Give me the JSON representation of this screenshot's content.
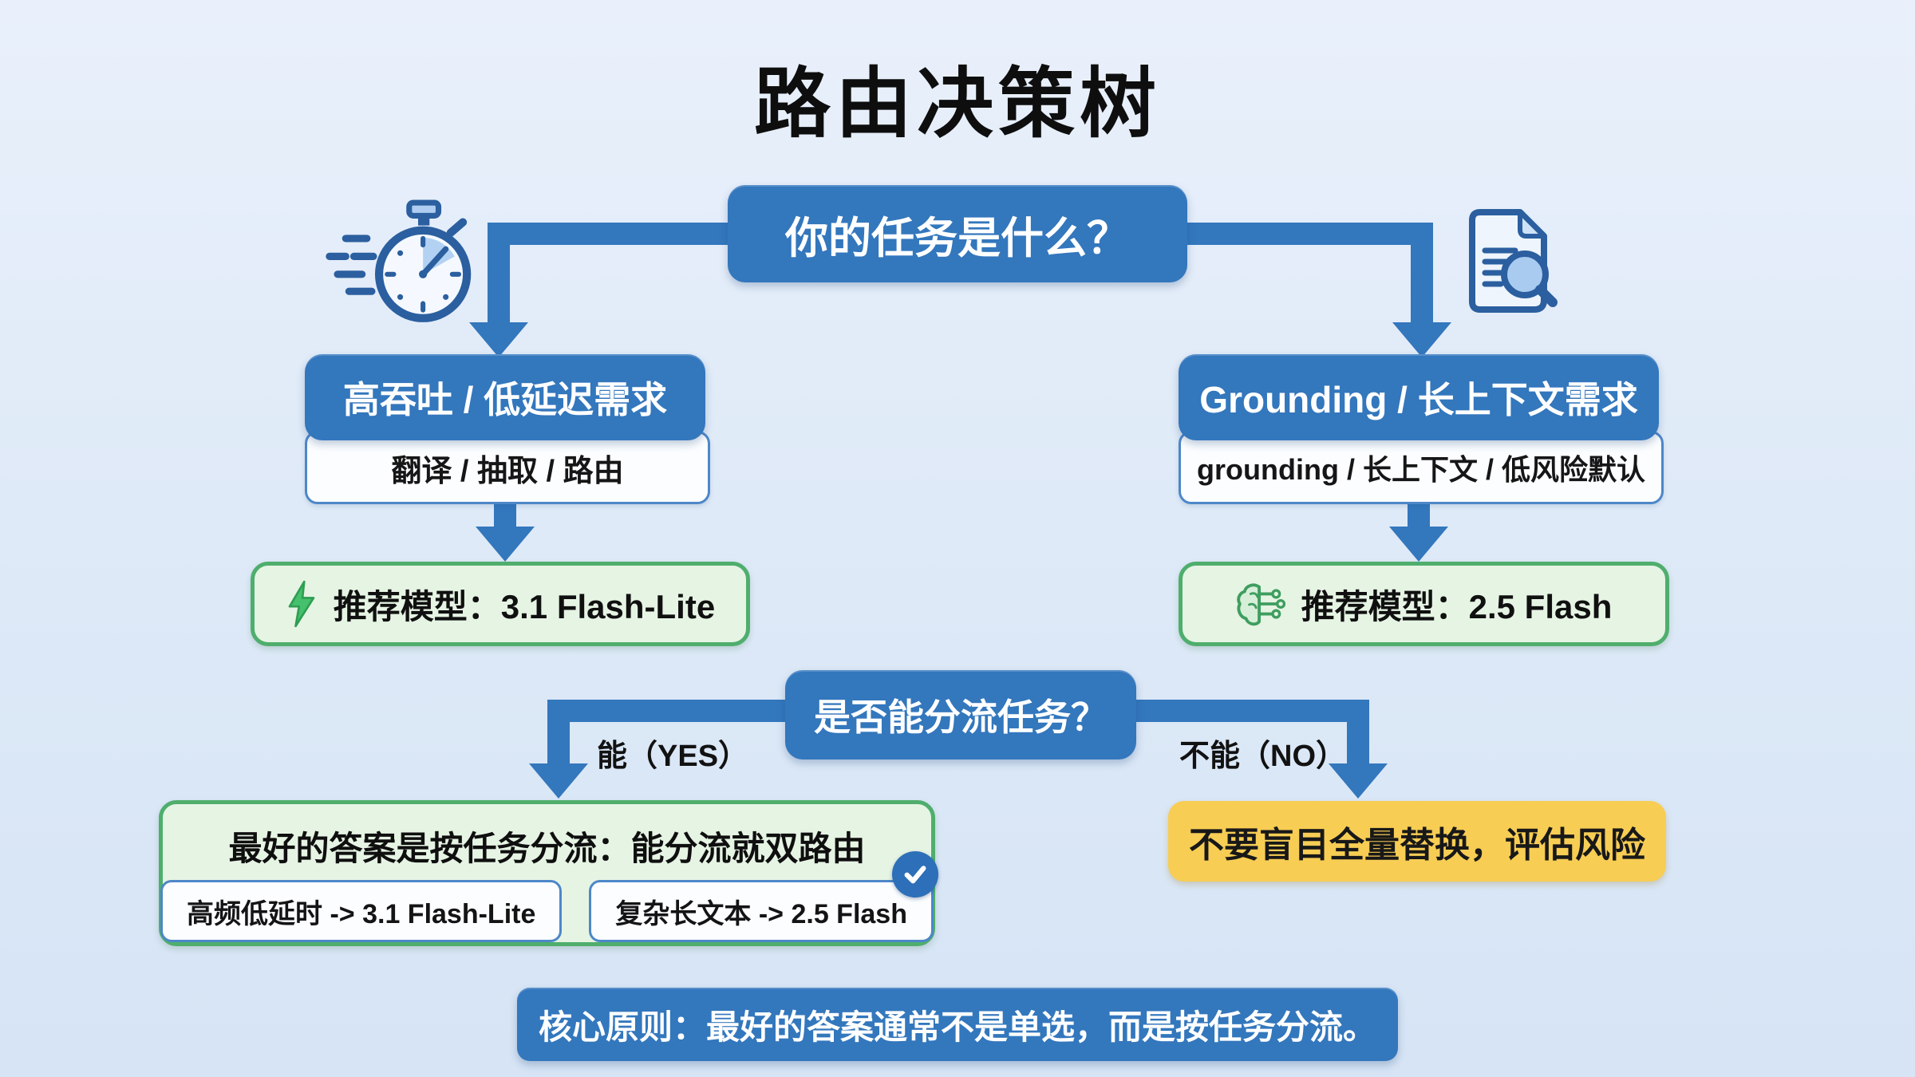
{
  "title": "路由决策树",
  "colors": {
    "accent_blue": "#3377bd",
    "green_border": "#4fae6d",
    "green_bg": "#e6f4e4",
    "yellow_bg": "#f7cd54",
    "white_box_border": "#4d87c8",
    "background": "#dde9f7"
  },
  "root": {
    "question": "你的任务是什么？"
  },
  "branches": {
    "left": {
      "icon": "stopwatch-icon",
      "condition": "高吞吐 / 低延迟需求",
      "examples": "翻译 / 抽取 / 路由",
      "rec_icon": "lightning-icon",
      "recommendation": "推荐模型：3.1 Flash-Lite"
    },
    "right": {
      "icon": "document-search-icon",
      "condition": "Grounding / 长上下文需求",
      "examples": "grounding / 长上下文 / 低风险默认",
      "rec_icon": "brain-icon",
      "recommendation": "推荐模型：2.5 Flash"
    }
  },
  "decision": {
    "question": "是否能分流任务？",
    "yes_label": "能（YES）",
    "no_label": "不能（NO）"
  },
  "yes_outcome": {
    "headline": "最好的答案是按任务分流：能分流就双路由",
    "routes": [
      "高频低延时 -> 3.1 Flash-Lite",
      "复杂长文本 -> 2.5 Flash"
    ],
    "check_icon": "check-icon"
  },
  "no_outcome": {
    "warning": "不要盲目全量替换，评估风险"
  },
  "principle": "核心原则：最好的答案通常不是单选，而是按任务分流。"
}
